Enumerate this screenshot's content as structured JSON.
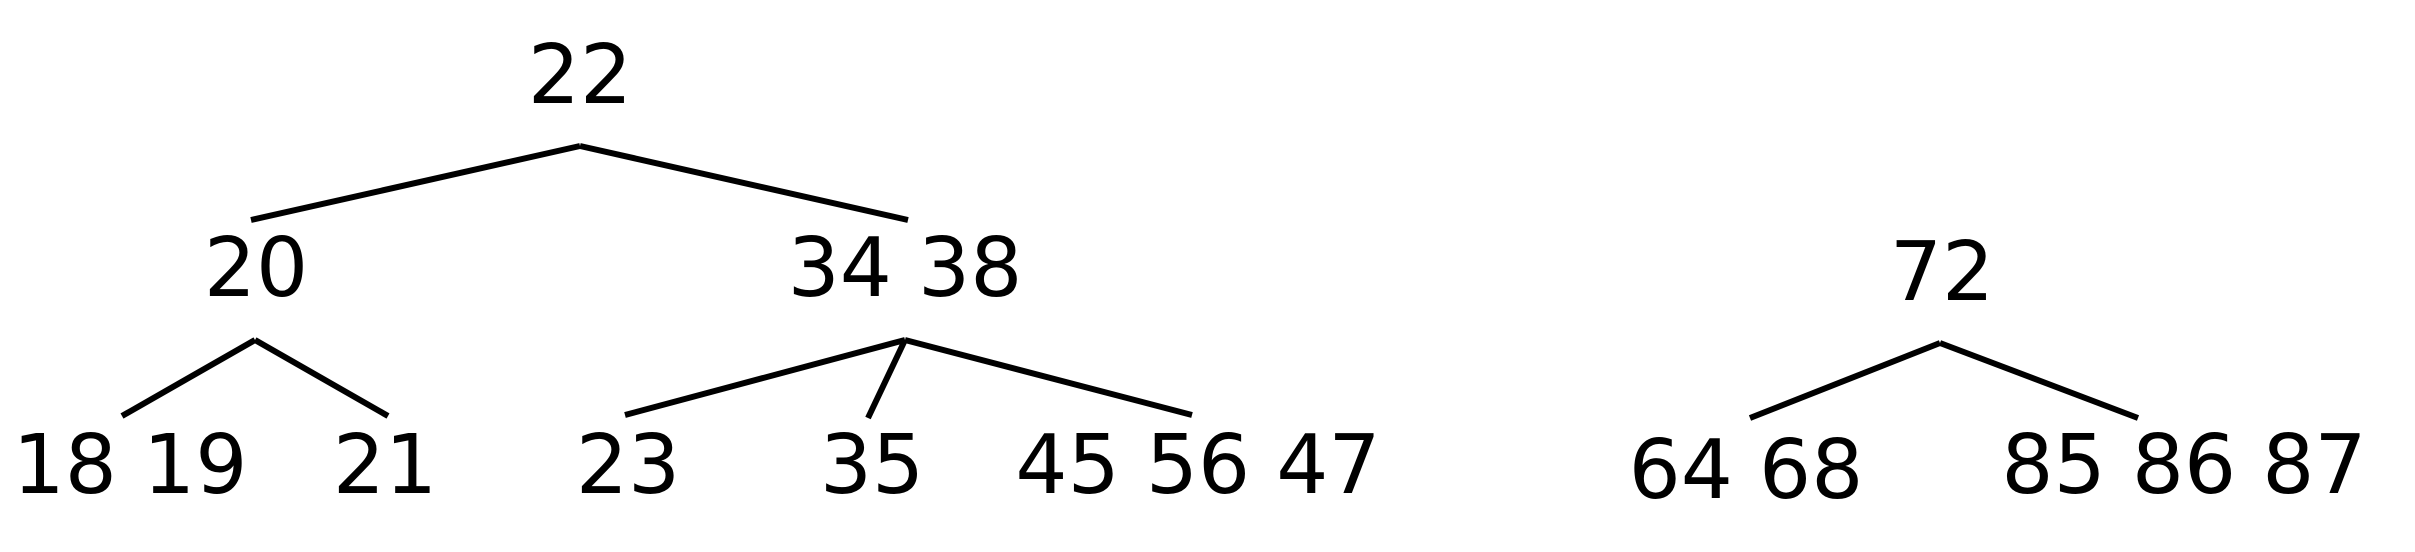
{
  "colors": {
    "ink": "#000000",
    "background": "#ffffff"
  },
  "trees": [
    {
      "root": {
        "label": "22",
        "children": [
          {
            "label": "20",
            "children": [
              {
                "label": "18 19"
              },
              {
                "label": "21"
              }
            ]
          },
          {
            "label": "34 38",
            "children": [
              {
                "label": "23"
              },
              {
                "label": "35"
              },
              {
                "label": "45 56 47"
              }
            ]
          }
        ]
      }
    },
    {
      "root": {
        "label": "72",
        "children": [
          {
            "label": "64 68"
          },
          {
            "label": "85 86 87"
          }
        ]
      }
    }
  ]
}
